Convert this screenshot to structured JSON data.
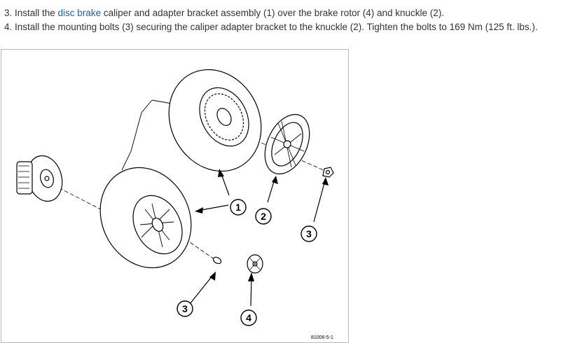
{
  "steps": [
    {
      "prefix": "3. Install the ",
      "link": "disc brake",
      "suffix": " caliper and adapter bracket assembly (1) over the brake rotor (4) and knuckle (2)."
    },
    {
      "text": "4. Install the mounting bolts (3) securing the caliper adapter bracket to the knuckle (2). Tighten the bolts to 169 Nm (125 ft. lbs.)."
    }
  ],
  "figure": {
    "callouts": [
      "1",
      "2",
      "3",
      "3",
      "4"
    ],
    "figure_id": "81006-5-1"
  },
  "colors": {
    "link": "#1f5f9e",
    "text": "#333333",
    "border": "#b8b8b8"
  }
}
